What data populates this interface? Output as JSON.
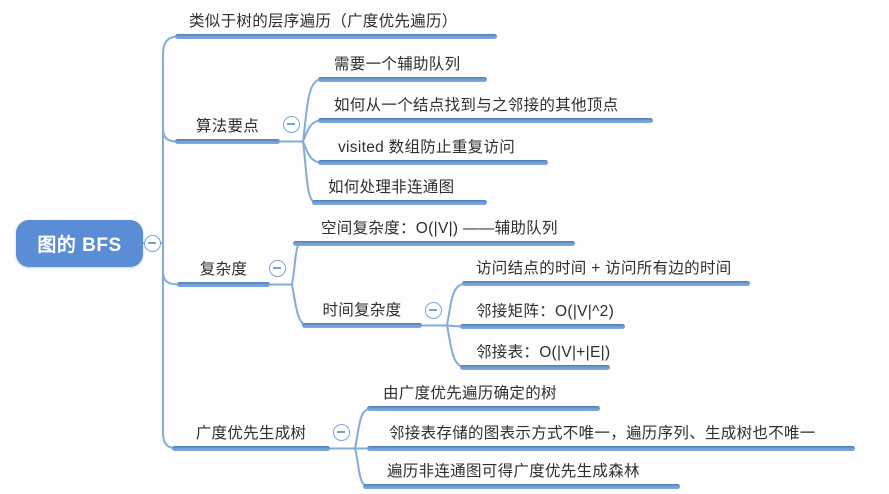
{
  "palette": {
    "root_fill": "#5b8dd6",
    "branch_bar_blue": "#6f9cd3",
    "connector_line_blue": "#85abd8",
    "text_color": "#2f2f2f"
  },
  "icons": {
    "collapse": "minus-circle-icon"
  },
  "root": {
    "label": "图的 BFS"
  },
  "branches": [
    {
      "label": "类似于树的层序遍历（广度优先遍历）",
      "children": []
    },
    {
      "label": "算法要点",
      "children": [
        {
          "label": "需要一个辅助队列",
          "children": []
        },
        {
          "label": "如何从一个结点找到与之邻接的其他顶点",
          "children": []
        },
        {
          "label": "visited 数组防止重复访问",
          "children": []
        },
        {
          "label": "如何处理非连通图",
          "children": []
        }
      ]
    },
    {
      "label": "复杂度",
      "children": [
        {
          "label": "空间复杂度：O(|V|) ——辅助队列",
          "children": []
        },
        {
          "label": "时间复杂度",
          "children": [
            {
              "label": "访问结点的时间 + 访问所有边的时间",
              "children": []
            },
            {
              "label": "邻接矩阵：O(|V|^2)",
              "children": []
            },
            {
              "label": "邻接表：O(|V|+|E|)",
              "children": []
            }
          ]
        }
      ]
    },
    {
      "label": "广度优先生成树",
      "children": [
        {
          "label": "由广度优先遍历确定的树",
          "children": []
        },
        {
          "label": "邻接表存储的图表示方式不唯一，遍历序列、生成树也不唯一",
          "children": []
        },
        {
          "label": "遍历非连通图可得广度优先生成森林",
          "children": []
        }
      ]
    }
  ]
}
